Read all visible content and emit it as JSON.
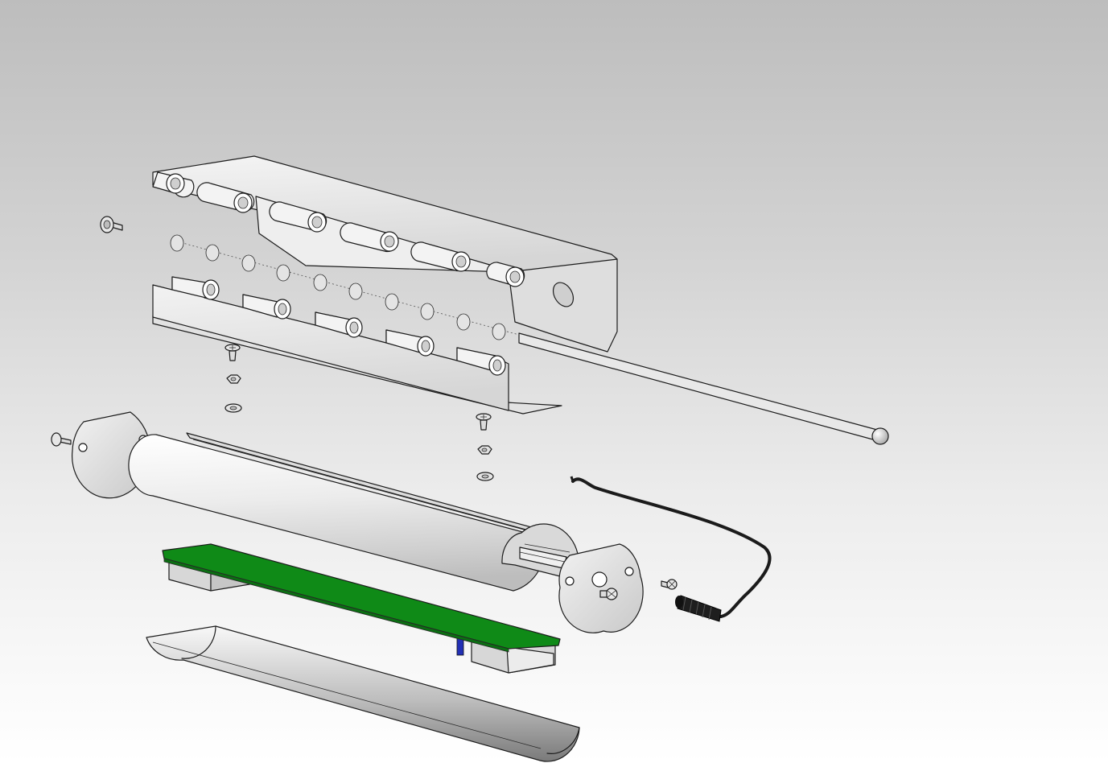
{
  "scene": {
    "type": "exploded-assembly-render",
    "background": {
      "top": "#bdbdbd",
      "bottom": "#ffffff"
    },
    "colors": {
      "metal": "#e9e9e9",
      "metal_shade": "#cfcfcf",
      "pcb": "#0f8a17",
      "led_housing": "#d7d7d7",
      "diffuser": "#9a9a9a",
      "cable": "#1b1b1b",
      "outline": "#1c1c1c"
    },
    "parts": [
      {
        "id": "upper-bracket",
        "part": "bracket-plate-icon"
      },
      {
        "id": "lower-bracket",
        "part": "bracket-plate-icon"
      },
      {
        "id": "hinge-pin",
        "part": "pin-rod-icon"
      },
      {
        "id": "pivot-bolt",
        "part": "bolt-icon"
      },
      {
        "id": "mount-screw-left",
        "part": "screw-icon"
      },
      {
        "id": "mount-screw-right",
        "part": "screw-icon"
      },
      {
        "id": "hex-nut-left",
        "part": "nut-icon"
      },
      {
        "id": "hex-nut-right",
        "part": "nut-icon"
      },
      {
        "id": "washer-left",
        "part": "washer-icon"
      },
      {
        "id": "washer-right",
        "part": "washer-icon"
      },
      {
        "id": "left-end-cap",
        "part": "end-cap-icon"
      },
      {
        "id": "right-end-cap",
        "part": "end-cap-icon"
      },
      {
        "id": "end-cap-screw-left",
        "part": "screw-icon"
      },
      {
        "id": "end-cap-screw-right",
        "part": "screw-icon"
      },
      {
        "id": "aluminium-profile",
        "part": "tube-profile-icon"
      },
      {
        "id": "led-pcb",
        "part": "circuit-board-icon"
      },
      {
        "id": "diffuser-cover",
        "part": "lens-cover-icon"
      },
      {
        "id": "power-cable",
        "part": "cable-icon"
      }
    ]
  }
}
